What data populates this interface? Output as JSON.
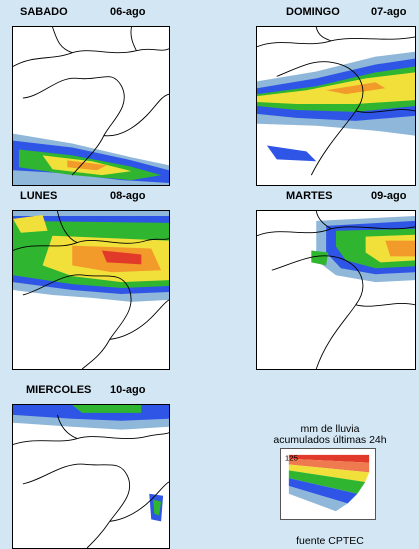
{
  "panels": [
    {
      "day": "SABADO",
      "date": "06-ago"
    },
    {
      "day": "DOMINGO",
      "date": "07-ago"
    },
    {
      "day": "LUNES",
      "date": "08-ago"
    },
    {
      "day": "MARTES",
      "date": "09-ago"
    },
    {
      "day": "MIERCOLES",
      "date": "10-ago"
    }
  ],
  "legend": {
    "title_line1": "mm de lluvia",
    "title_line2": "acumulados últimas 24h",
    "scale_top_value": "125",
    "source": "fuente CPTEC"
  },
  "colors": {
    "background": "#d3e6f4",
    "rain_light": "#8fb7d9",
    "rain_blue": "#2f55e6",
    "rain_green": "#2fb52f",
    "rain_yellow": "#f2e03a",
    "rain_orange": "#f29a2a",
    "rain_red": "#e23a2a"
  }
}
